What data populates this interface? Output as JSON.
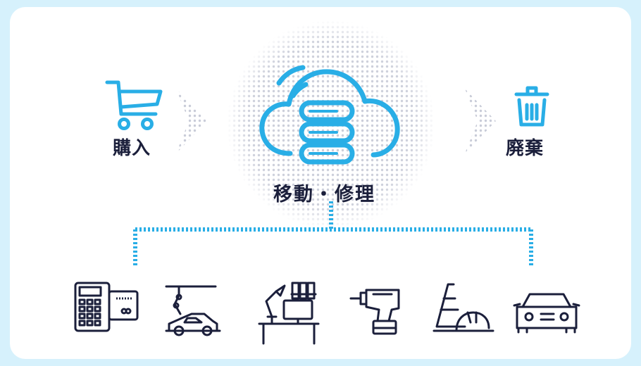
{
  "flow": {
    "start": {
      "label": "購入",
      "icon": "shopping-cart-icon"
    },
    "center": {
      "label": "移動・修理",
      "icon": "cloud-server-icon"
    },
    "end": {
      "label": "廃棄",
      "icon": "trash-can-icon"
    }
  },
  "devices": [
    {
      "icon": "payment-terminal-icon"
    },
    {
      "icon": "robot-arm-car-factory-icon"
    },
    {
      "icon": "office-desk-lamp-icon"
    },
    {
      "icon": "power-drill-icon"
    },
    {
      "icon": "traffic-cone-helmet-icon"
    },
    {
      "icon": "car-icon"
    }
  ],
  "colors": {
    "accent_blue": "#29aee6",
    "dot_gray": "#c9ccd8",
    "navy_ink": "#1b1f3b",
    "frame_bg": "#d6f1fc"
  }
}
